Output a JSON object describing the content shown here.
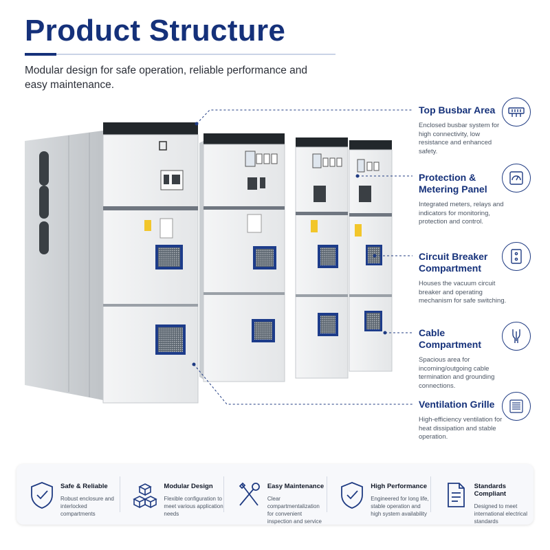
{
  "header": {
    "title": "Product Structure",
    "subtitle": "Modular design for safe operation, reliable performance and easy maintenance."
  },
  "colors": {
    "brand": "#15317a",
    "accent": "#1f3b82",
    "panel": "#eef0f2",
    "steel": "#c7cbd0"
  },
  "callouts": [
    {
      "title": "Top Busbar Area",
      "desc": "Enclosed busbar system for high connectivity, low resistance and enhanced safety.",
      "icon": "busbar-icon"
    },
    {
      "title": "Protection & Metering Panel",
      "desc": "Integrated meters, relays and indicators for monitoring, protection and control.",
      "icon": "meter-gauge-icon"
    },
    {
      "title": "Circuit Breaker Compartment",
      "desc": "Houses the vacuum circuit breaker and operating mechanism for safe switching.",
      "icon": "breaker-icon"
    },
    {
      "title": "Cable Compartment",
      "desc": "Spacious area for incoming/outgoing cable termination and grounding connections.",
      "icon": "cable-icon"
    },
    {
      "title": "Ventilation Grille",
      "desc": "High-efficiency ventilation for heat dissipation and stable operation.",
      "icon": "grille-icon"
    }
  ],
  "features": [
    {
      "title": "Safe & Reliable",
      "desc": "Robust enclosure and interlocked compartments",
      "icon": "shield-check-icon"
    },
    {
      "title": "Modular Design",
      "desc": "Flexible configuration to meet various application needs",
      "icon": "modular-cubes-icon"
    },
    {
      "title": "Easy Maintenance",
      "desc": "Clear compartmentalization for convenient inspection and service",
      "icon": "tools-icon"
    },
    {
      "title": "High Performance",
      "desc": "Engineered for long life, stable operation and high system availability",
      "icon": "shield-check-icon"
    },
    {
      "title": "Standards Compliant",
      "desc": "Designed to meet international electrical standards",
      "icon": "document-icon"
    }
  ]
}
